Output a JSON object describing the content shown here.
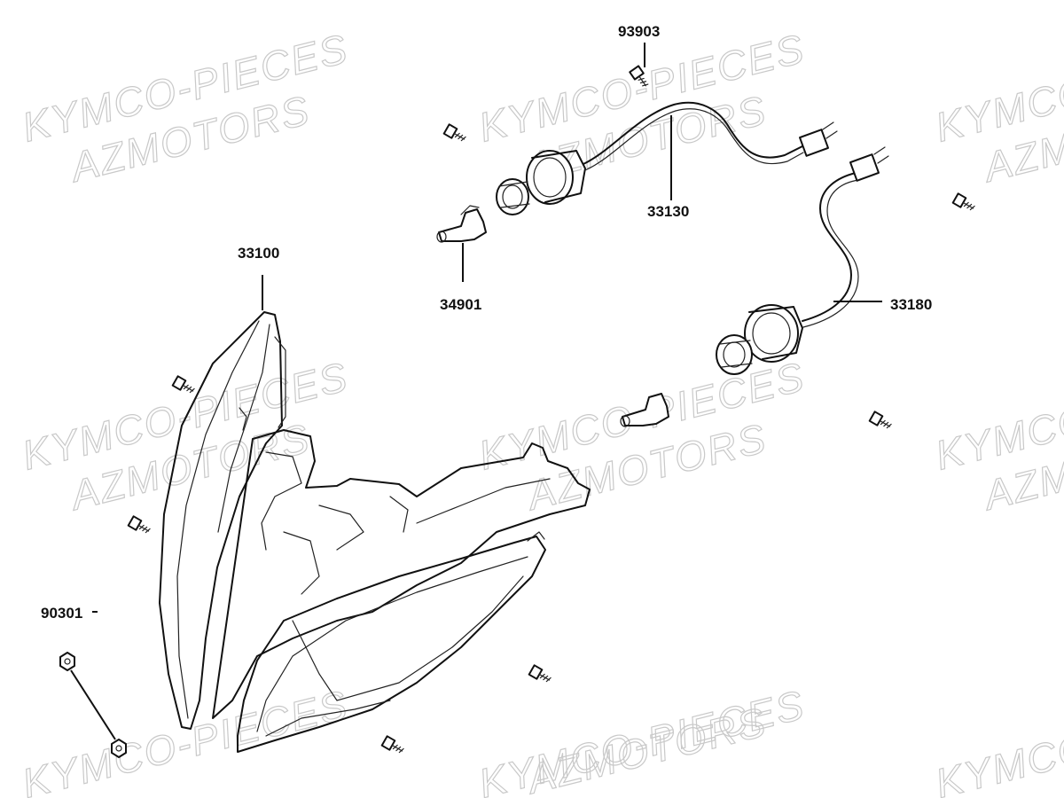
{
  "watermark": {
    "line1": "KYMCO-PIECES",
    "line2": "AZMOTORS",
    "partial1": "KYMCO",
    "partial2": "AZM"
  },
  "parts": [
    {
      "id": "p93903",
      "label": "93903"
    },
    {
      "id": "p33130",
      "label": "33130"
    },
    {
      "id": "p33100",
      "label": "33100"
    },
    {
      "id": "p34901",
      "label": "34901"
    },
    {
      "id": "p33180",
      "label": "33180"
    },
    {
      "id": "p90301",
      "label": "90301"
    }
  ]
}
